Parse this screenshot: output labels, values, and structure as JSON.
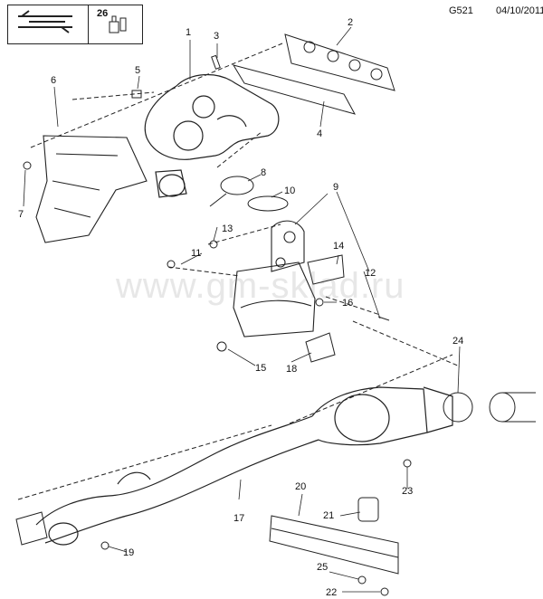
{
  "header": {
    "code": "G521",
    "date": "04/10/2011"
  },
  "reference_box": {
    "number": "26",
    "icon": "wrench-manual-icon"
  },
  "watermark": "www.gm-sklad.ru",
  "callouts": [
    "1",
    "2",
    "3",
    "4",
    "5",
    "6",
    "7",
    "8",
    "9",
    "10",
    "11",
    "12",
    "13",
    "14",
    "15",
    "16",
    "17",
    "18",
    "19",
    "20",
    "21",
    "22",
    "23",
    "24",
    "25"
  ],
  "colors": {
    "line": "#222222",
    "watermark": "#b9b9b9"
  }
}
